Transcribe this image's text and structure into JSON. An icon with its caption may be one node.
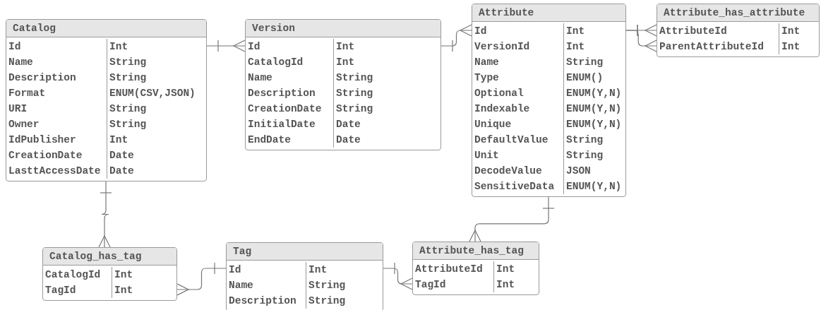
{
  "diagram": {
    "nodes": [
      {
        "text": [
          "Catalog",
          "Id",
          "Int",
          "Name",
          "String",
          "Description",
          "String",
          "Format",
          "ENUM(CSV,JSON)",
          "URI",
          "String",
          "Owner",
          "String",
          "IdPublisher",
          "Int",
          "CreationDate",
          "Date",
          "LasttAccessDate",
          "Date"
        ]
      },
      {
        "text": [
          "Version",
          "Id",
          "Int",
          "CatalogId",
          "Int",
          "Name",
          "String",
          "Description",
          "String",
          "CreationDate",
          "String",
          "InitialDate",
          "Date",
          "EndDate",
          "Date"
        ]
      },
      {
        "text": [
          "Attribute",
          "Id",
          "Int",
          "VersionId",
          "Int",
          "Name",
          "String",
          "Type",
          "ENUM()",
          "Optional",
          "ENUM(Y,N)",
          "Indexable",
          "ENUM(Y,N)",
          "Unique",
          "ENUM(Y,N)",
          "DefaultValue",
          "String",
          "Unit",
          "String",
          "DecodeValue",
          "JSON",
          "SensitiveData",
          "ENUM(Y,N)"
        ]
      },
      {
        "text": [
          "Attribute_has_attribute",
          "AttributeId",
          "Int",
          "ParentAttributeId",
          "Int"
        ]
      },
      {
        "text": [
          "Catalog_has_tag",
          "CatalogId",
          "Int",
          "TagId",
          "Int"
        ]
      },
      {
        "text": [
          "Tag",
          "Id",
          "Int",
          "Name",
          "String",
          "Description",
          "String"
        ]
      },
      {
        "text": [
          "Attribute_has_tag",
          "AttributeId",
          "Int",
          "TagId",
          "Int"
        ]
      }
    ],
    "edges": [
      {
        "from": 0,
        "to": 1,
        "arrow": "other"
      },
      {
        "from": 1,
        "to": 2,
        "arrow": "other"
      },
      {
        "from": 2,
        "to": 3,
        "arrow": "other"
      },
      {
        "from": 2,
        "to": 3,
        "arrow": "other"
      },
      {
        "from": 0,
        "to": 4,
        "arrow": "other"
      },
      {
        "from": 5,
        "to": 4,
        "arrow": "other"
      },
      {
        "from": 5,
        "to": 6,
        "arrow": "other"
      },
      {
        "from": 2,
        "to": 6,
        "arrow": "other"
      }
    ]
  }
}
